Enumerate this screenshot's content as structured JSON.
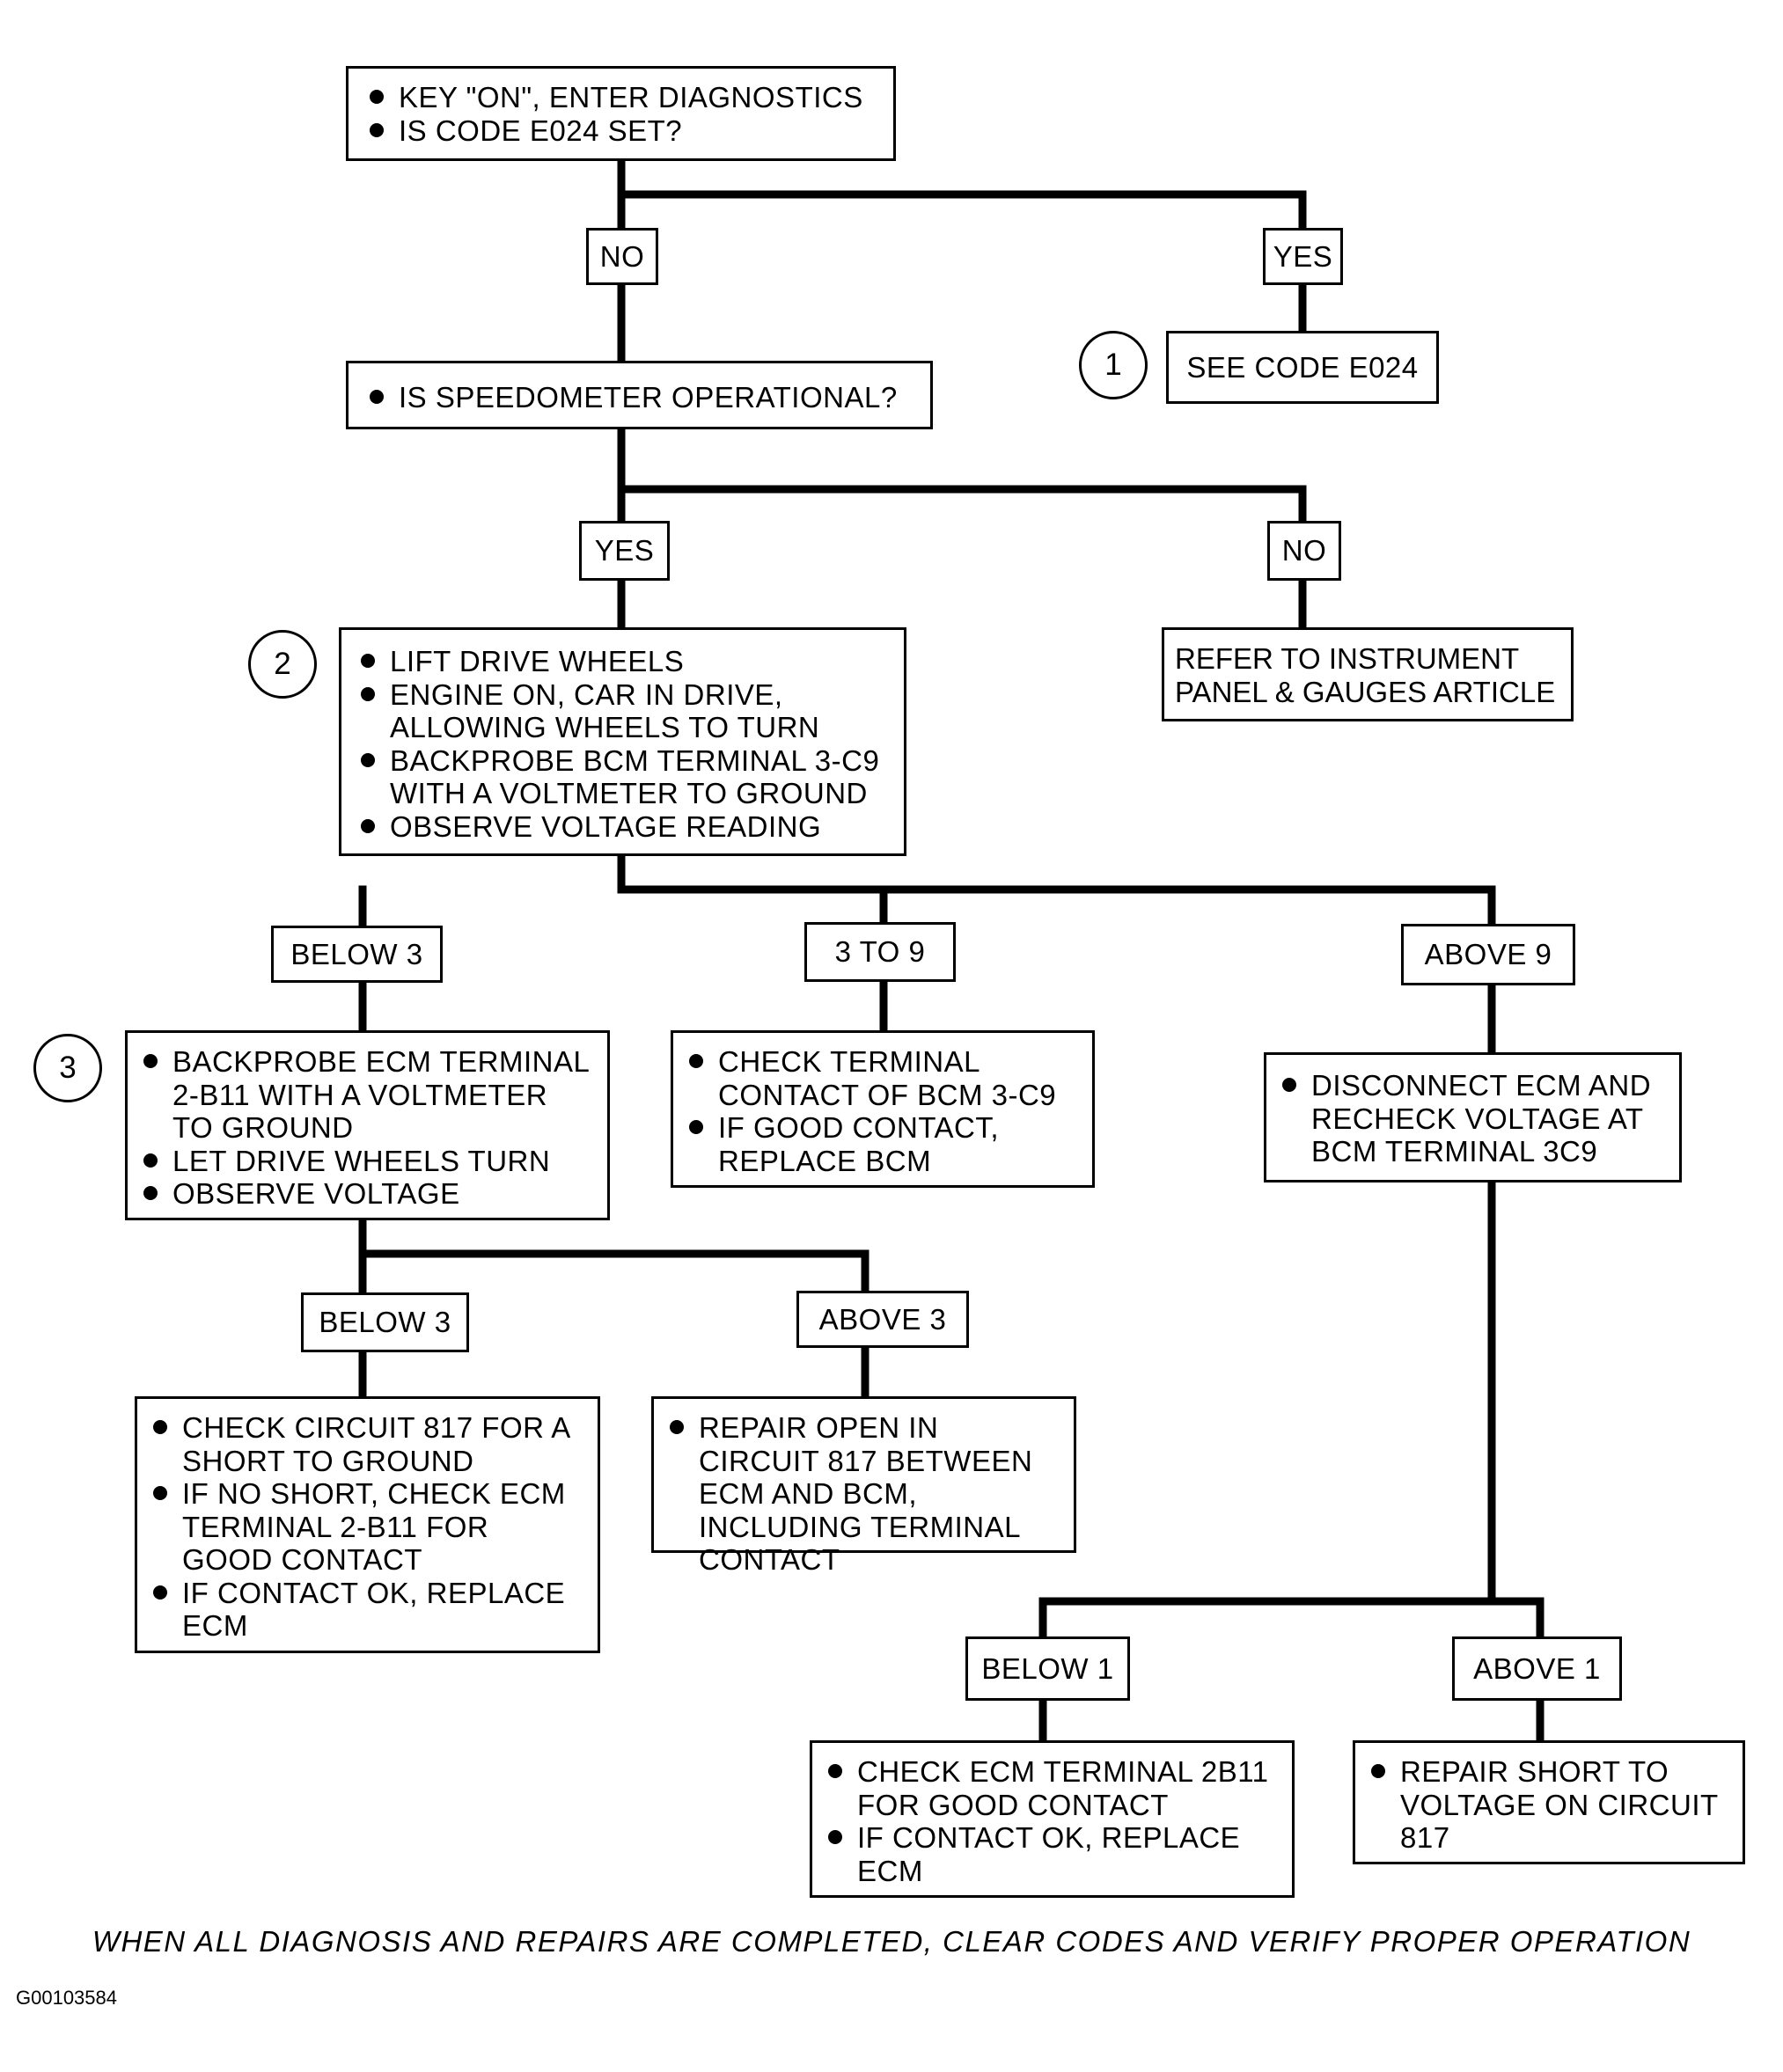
{
  "nodes": {
    "start": {
      "items": [
        "KEY \"ON\", ENTER DIAGNOSTICS",
        "IS CODE E024 SET?"
      ]
    },
    "no_1": "NO",
    "yes_1": "YES",
    "see_code": "SEE CODE E024",
    "speedo": {
      "items": [
        "IS SPEEDOMETER OPERATIONAL?"
      ]
    },
    "yes_2": "YES",
    "no_2": "NO",
    "refer": {
      "lines": [
        "REFER TO INSTRUMENT",
        "PANEL & GAUGES ARTICLE"
      ]
    },
    "step2": {
      "items": [
        "LIFT DRIVE WHEELS",
        "ENGINE ON, CAR IN DRIVE, ALLOWING WHEELS TO TURN",
        "BACKPROBE BCM TERMINAL 3-C9 WITH A VOLTMETER TO GROUND",
        "OBSERVE VOLTAGE READING"
      ]
    },
    "below_3_a": "BELOW 3",
    "three_to_nine": "3 TO 9",
    "above_9": "ABOVE 9",
    "step3": {
      "items": [
        "BACKPROBE ECM TERMINAL 2-B11 WITH A VOLTMETER TO GROUND",
        "LET DRIVE WHEELS TURN",
        "OBSERVE VOLTAGE"
      ]
    },
    "check_bcm": {
      "items": [
        "CHECK TERMINAL CONTACT OF BCM 3-C9",
        "IF GOOD CONTACT, REPLACE BCM"
      ]
    },
    "disconnect_ecm": {
      "items": [
        "DISCONNECT ECM AND RECHECK VOLTAGE AT BCM TERMINAL 3C9"
      ]
    },
    "below_3_b": "BELOW 3",
    "above_3": "ABOVE 3",
    "check_circuit": {
      "items": [
        "CHECK CIRCUIT 817 FOR A SHORT TO GROUND",
        "IF NO SHORT, CHECK ECM TERMINAL 2-B11 FOR GOOD CONTACT",
        "IF CONTACT OK, REPLACE ECM"
      ]
    },
    "repair_open": {
      "items": [
        "REPAIR OPEN IN CIRCUIT 817 BETWEEN ECM AND BCM, INCLUDING TERMINAL CONTACT"
      ]
    },
    "below_1": "BELOW 1",
    "above_1": "ABOVE 1",
    "check_ecm": {
      "items": [
        "CHECK ECM TERMINAL 2B11 FOR GOOD CONTACT",
        "IF CONTACT OK, REPLACE ECM"
      ]
    },
    "repair_short": {
      "items": [
        "REPAIR SHORT TO VOLTAGE ON CIRCUIT 817"
      ]
    }
  },
  "markers": {
    "m1": "1",
    "m2": "2",
    "m3": "3"
  },
  "footer": "WHEN ALL DIAGNOSIS AND REPAIRS ARE COMPLETED, CLEAR CODES AND VERIFY PROPER OPERATION",
  "figure_id": "G00103584"
}
